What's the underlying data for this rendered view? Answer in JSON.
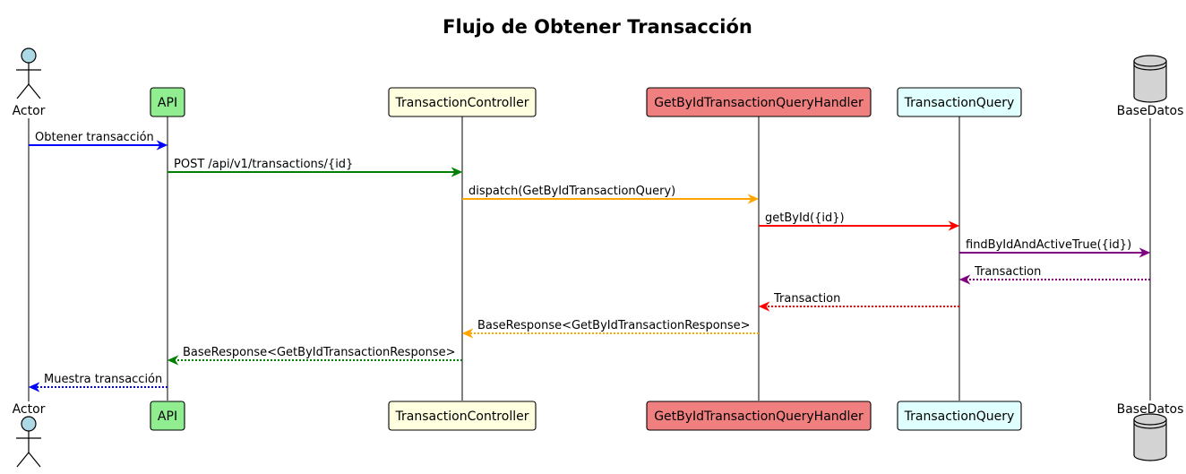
{
  "title": "Flujo de Obtener Transacción",
  "participants": [
    {
      "id": "actor",
      "name": "Actor",
      "kind": "actor",
      "fill": "#add8e6"
    },
    {
      "id": "api",
      "name": "API",
      "kind": "box",
      "fill": "#90ee90"
    },
    {
      "id": "controller",
      "name": "TransactionController",
      "kind": "box",
      "fill": "#ffffe0"
    },
    {
      "id": "handler",
      "name": "GetByIdTransactionQueryHandler",
      "kind": "box",
      "fill": "#f08080"
    },
    {
      "id": "query",
      "name": "TransactionQuery",
      "kind": "box",
      "fill": "#e0ffff"
    },
    {
      "id": "db",
      "name": "BaseDatos",
      "kind": "database",
      "fill": "#d3d3d3"
    }
  ],
  "messages": [
    {
      "from": "actor",
      "to": "api",
      "label": "Obtener transacción",
      "color": "#0000ff",
      "style": "solid"
    },
    {
      "from": "api",
      "to": "controller",
      "label": "POST /api/v1/transactions/{id}",
      "color": "#008000",
      "style": "solid"
    },
    {
      "from": "controller",
      "to": "handler",
      "label": "dispatch(GetByIdTransactionQuery)",
      "color": "#ffa500",
      "style": "solid"
    },
    {
      "from": "handler",
      "to": "query",
      "label": "getById({id})",
      "color": "#ff0000",
      "style": "solid"
    },
    {
      "from": "query",
      "to": "db",
      "label": "findByIdAndActiveTrue({id})",
      "color": "#800080",
      "style": "solid"
    },
    {
      "from": "db",
      "to": "query",
      "label": "Transaction",
      "color": "#800080",
      "style": "dotted"
    },
    {
      "from": "query",
      "to": "handler",
      "label": "Transaction",
      "color": "#ff0000",
      "style": "dotted"
    },
    {
      "from": "handler",
      "to": "controller",
      "label": "BaseResponse<GetByIdTransactionResponse>",
      "color": "#ffa500",
      "style": "dotted"
    },
    {
      "from": "controller",
      "to": "api",
      "label": "BaseResponse<GetByIdTransactionResponse>",
      "color": "#008000",
      "style": "dotted"
    },
    {
      "from": "api",
      "to": "actor",
      "label": "Muestra transacción",
      "color": "#0000ff",
      "style": "dotted"
    }
  ]
}
